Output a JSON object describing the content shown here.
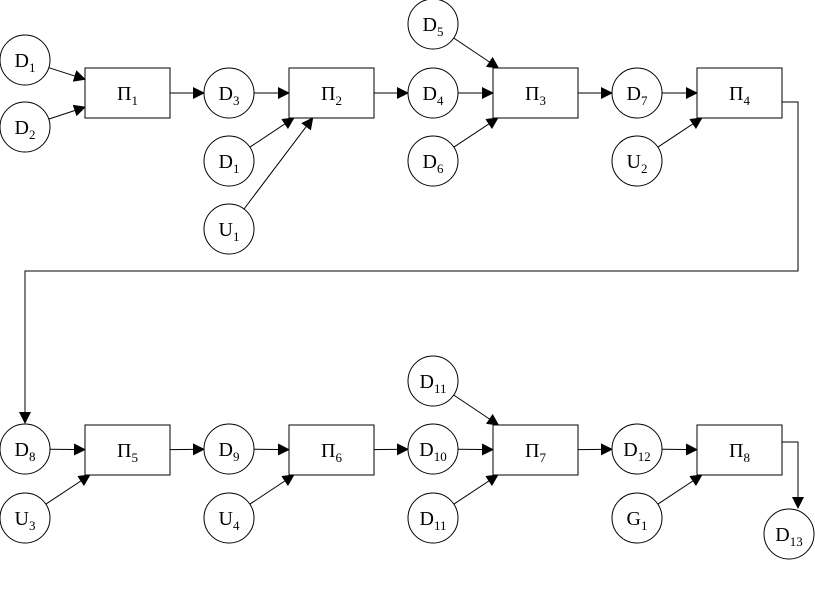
{
  "colors": {
    "stroke": "#000000",
    "fill": "#ffffff"
  },
  "circles": [
    {
      "id": "c1",
      "label": "D",
      "sub": "1"
    },
    {
      "id": "c2",
      "label": "D",
      "sub": "2"
    },
    {
      "id": "c3",
      "label": "D",
      "sub": "3"
    },
    {
      "id": "c4",
      "label": "D",
      "sub": "1"
    },
    {
      "id": "c5",
      "label": "U",
      "sub": "1"
    },
    {
      "id": "c6",
      "label": "D",
      "sub": "5"
    },
    {
      "id": "c7",
      "label": "D",
      "sub": "4"
    },
    {
      "id": "c8",
      "label": "D",
      "sub": "6"
    },
    {
      "id": "c9",
      "label": "D",
      "sub": "7"
    },
    {
      "id": "c10",
      "label": "U",
      "sub": "2"
    },
    {
      "id": "c11",
      "label": "D",
      "sub": "8"
    },
    {
      "id": "c12",
      "label": "U",
      "sub": "3"
    },
    {
      "id": "c13",
      "label": "D",
      "sub": "9"
    },
    {
      "id": "c14",
      "label": "U",
      "sub": "4"
    },
    {
      "id": "c15",
      "label": "D",
      "sub": "11"
    },
    {
      "id": "c16",
      "label": "D",
      "sub": "10"
    },
    {
      "id": "c17",
      "label": "D",
      "sub": "11"
    },
    {
      "id": "c18",
      "label": "D",
      "sub": "12"
    },
    {
      "id": "c19",
      "label": "G",
      "sub": "1"
    },
    {
      "id": "c20",
      "label": "D",
      "sub": "13"
    }
  ],
  "processes": [
    {
      "id": "p1",
      "label": "Π",
      "sub": "1"
    },
    {
      "id": "p2",
      "label": "Π",
      "sub": "2"
    },
    {
      "id": "p3",
      "label": "Π",
      "sub": "3"
    },
    {
      "id": "p4",
      "label": "Π",
      "sub": "4"
    },
    {
      "id": "p5",
      "label": "Π",
      "sub": "5"
    },
    {
      "id": "p6",
      "label": "Π",
      "sub": "6"
    },
    {
      "id": "p7",
      "label": "Π",
      "sub": "7"
    },
    {
      "id": "p8",
      "label": "Π",
      "sub": "8"
    }
  ],
  "edges": [
    {
      "from": "c1",
      "to": "p1"
    },
    {
      "from": "c2",
      "to": "p1"
    },
    {
      "from": "p1",
      "to": "c3"
    },
    {
      "from": "c3",
      "to": "p2"
    },
    {
      "from": "c4",
      "to": "p2"
    },
    {
      "from": "c5",
      "to": "p2"
    },
    {
      "from": "p2",
      "to": "c7"
    },
    {
      "from": "c6",
      "to": "p3"
    },
    {
      "from": "c7",
      "to": "p3"
    },
    {
      "from": "c8",
      "to": "p3"
    },
    {
      "from": "p3",
      "to": "c9"
    },
    {
      "from": "c9",
      "to": "p4"
    },
    {
      "from": "c10",
      "to": "p4"
    },
    {
      "from": "p4",
      "to": "c11"
    },
    {
      "from": "c11",
      "to": "p5"
    },
    {
      "from": "c12",
      "to": "p5"
    },
    {
      "from": "p5",
      "to": "c13"
    },
    {
      "from": "c13",
      "to": "p6"
    },
    {
      "from": "c14",
      "to": "p6"
    },
    {
      "from": "p6",
      "to": "c16"
    },
    {
      "from": "c15",
      "to": "p7"
    },
    {
      "from": "c16",
      "to": "p7"
    },
    {
      "from": "c17",
      "to": "p7"
    },
    {
      "from": "p7",
      "to": "c18"
    },
    {
      "from": "c18",
      "to": "p8"
    },
    {
      "from": "c19",
      "to": "p8"
    },
    {
      "from": "p8",
      "to": "c20"
    }
  ]
}
